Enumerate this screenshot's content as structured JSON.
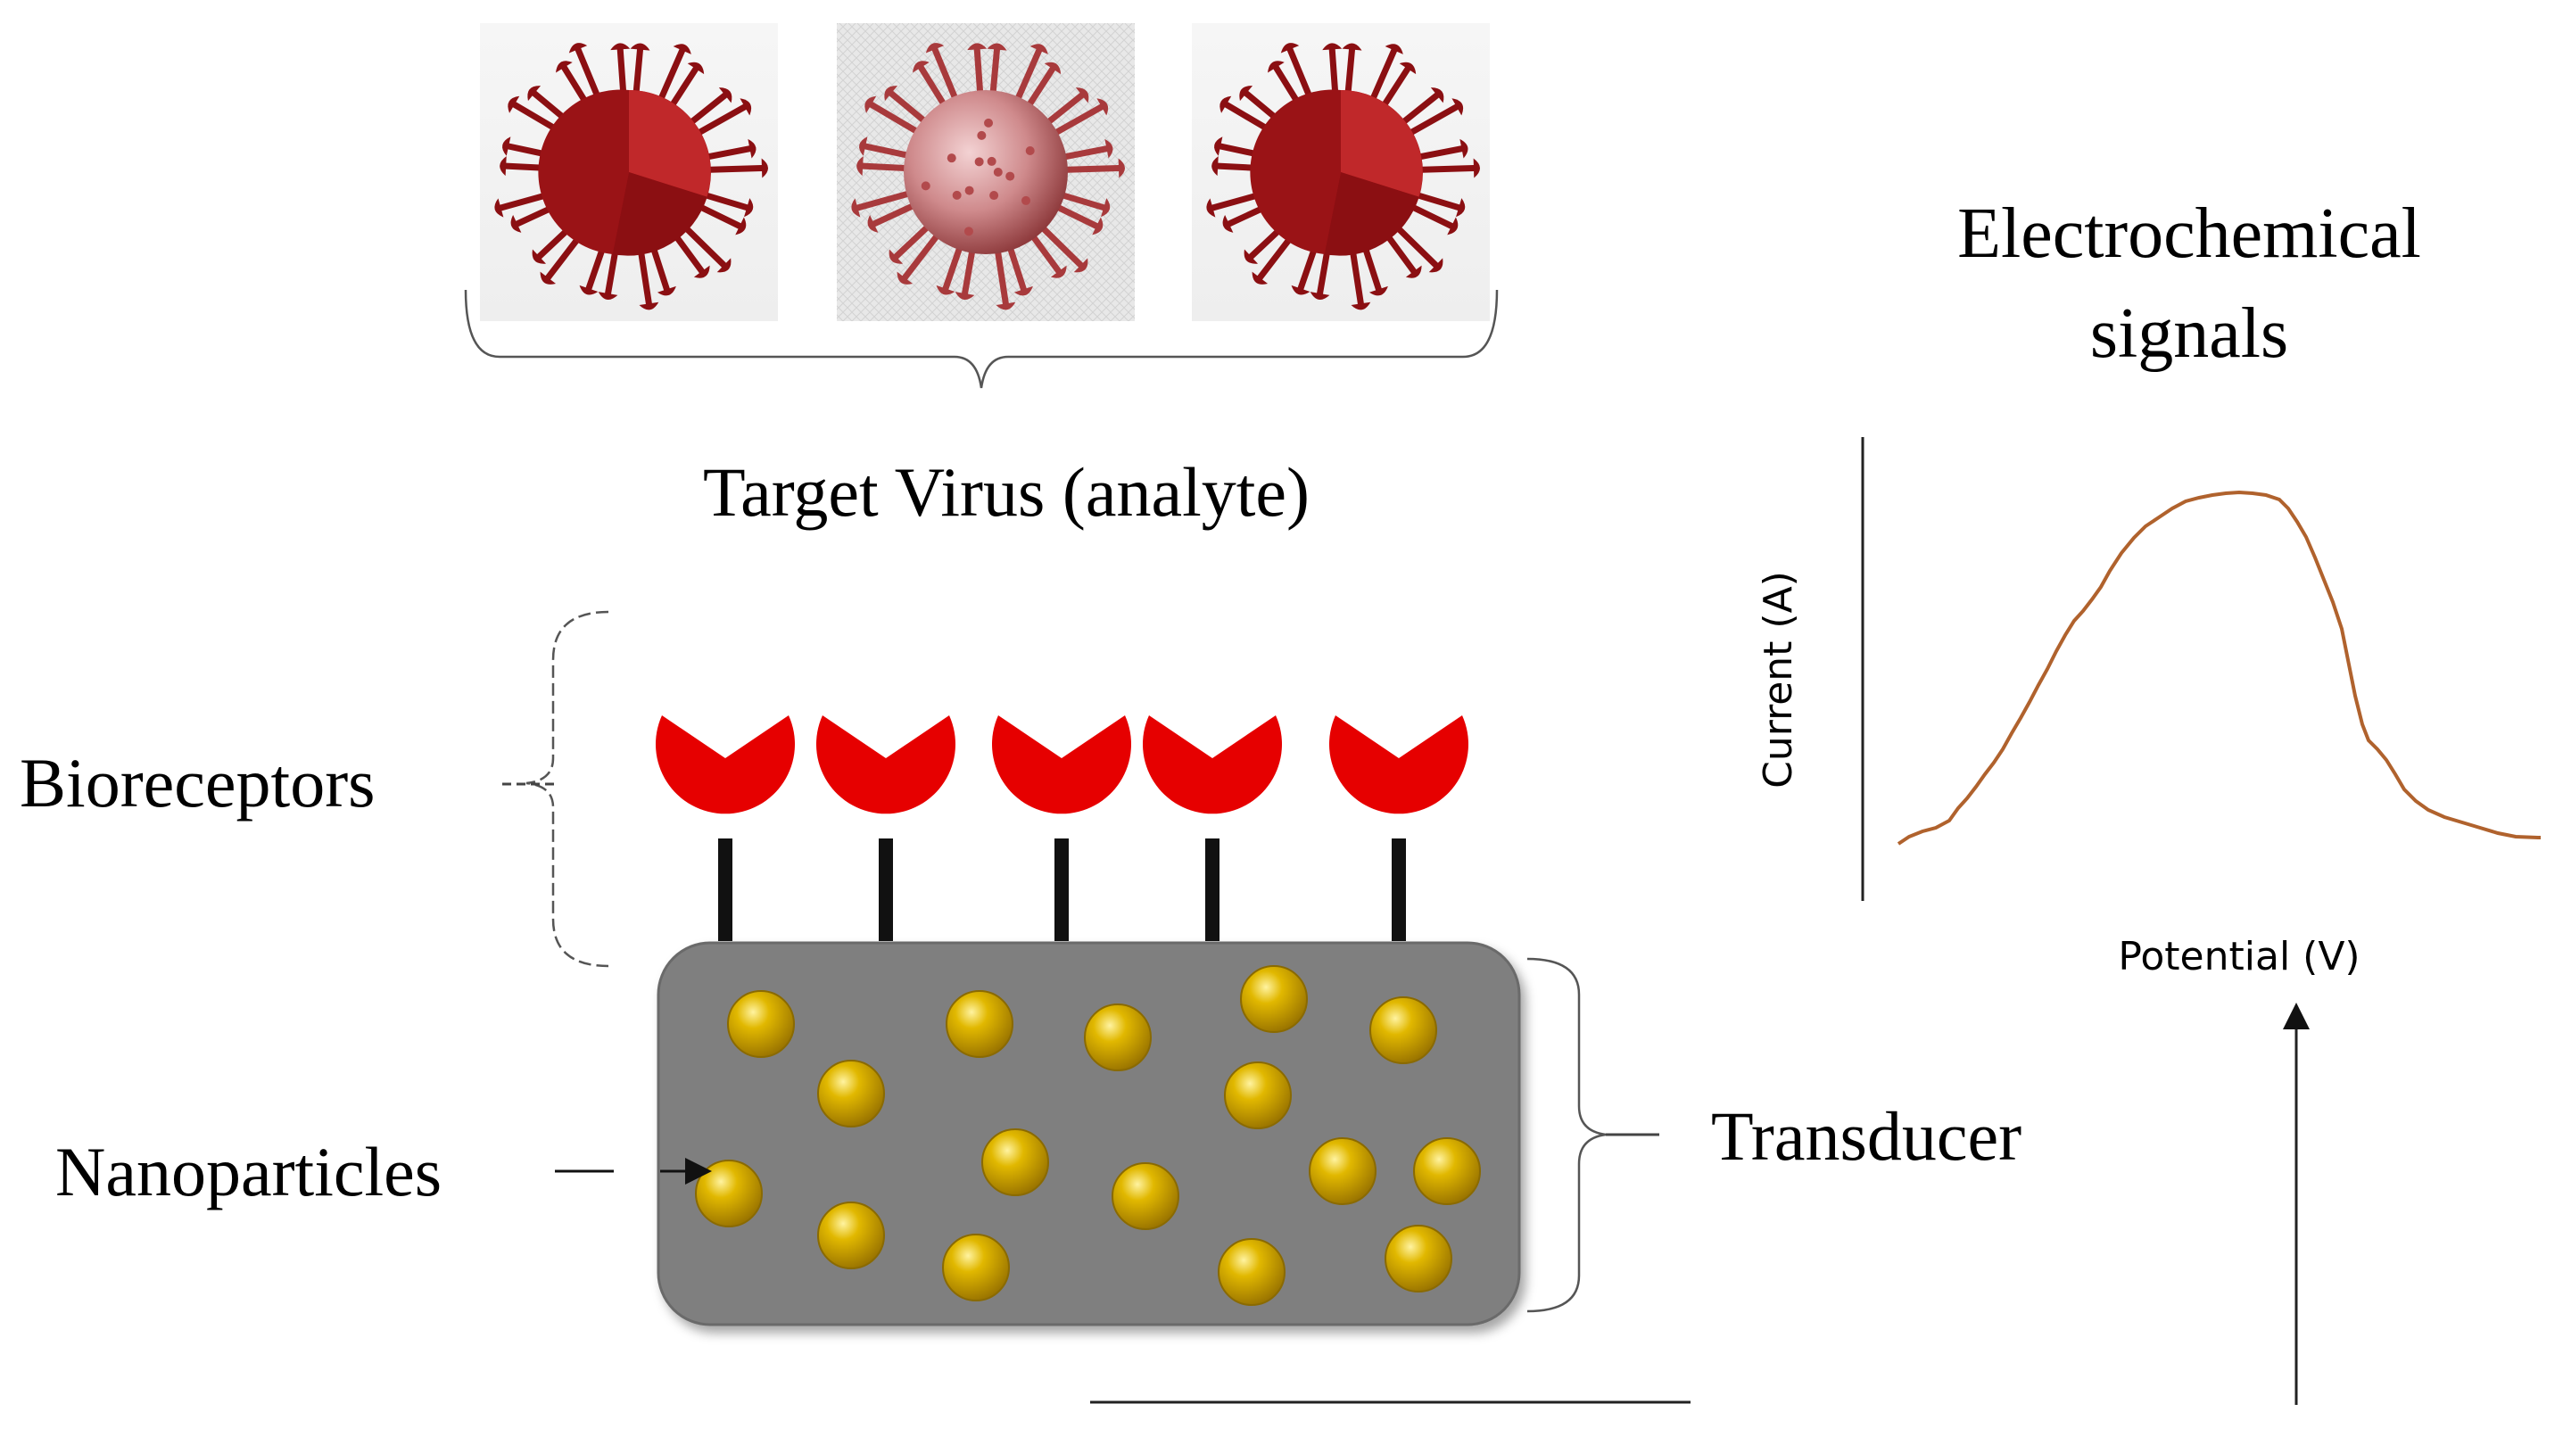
{
  "labels": {
    "target_virus": "Target Virus (analyte)",
    "electrochemical_line1": "Electrochemical",
    "electrochemical_line2": "signals",
    "bioreceptors": "Bioreceptors",
    "nanoparticles": "Nanoparticles",
    "transducer": "Transducer"
  },
  "chart": {
    "xlabel": "Potential (V)",
    "ylabel": "Current (A)",
    "curve_color": "#b0622d"
  },
  "colors": {
    "virus_dark": "#8b0f12",
    "virus_mid": "#a8161a",
    "virus_light": "#c0282a",
    "virus_pink": "#d98a8c",
    "receptor_red": "#e60000",
    "stem": "#111111",
    "transducer": "#7f7f7f",
    "nanoparticle": "#c9a000"
  },
  "icons": [
    "virus-icon",
    "virus-3d-icon",
    "bioreceptor-icon",
    "nanoparticle-icon",
    "arrow-icon"
  ]
}
